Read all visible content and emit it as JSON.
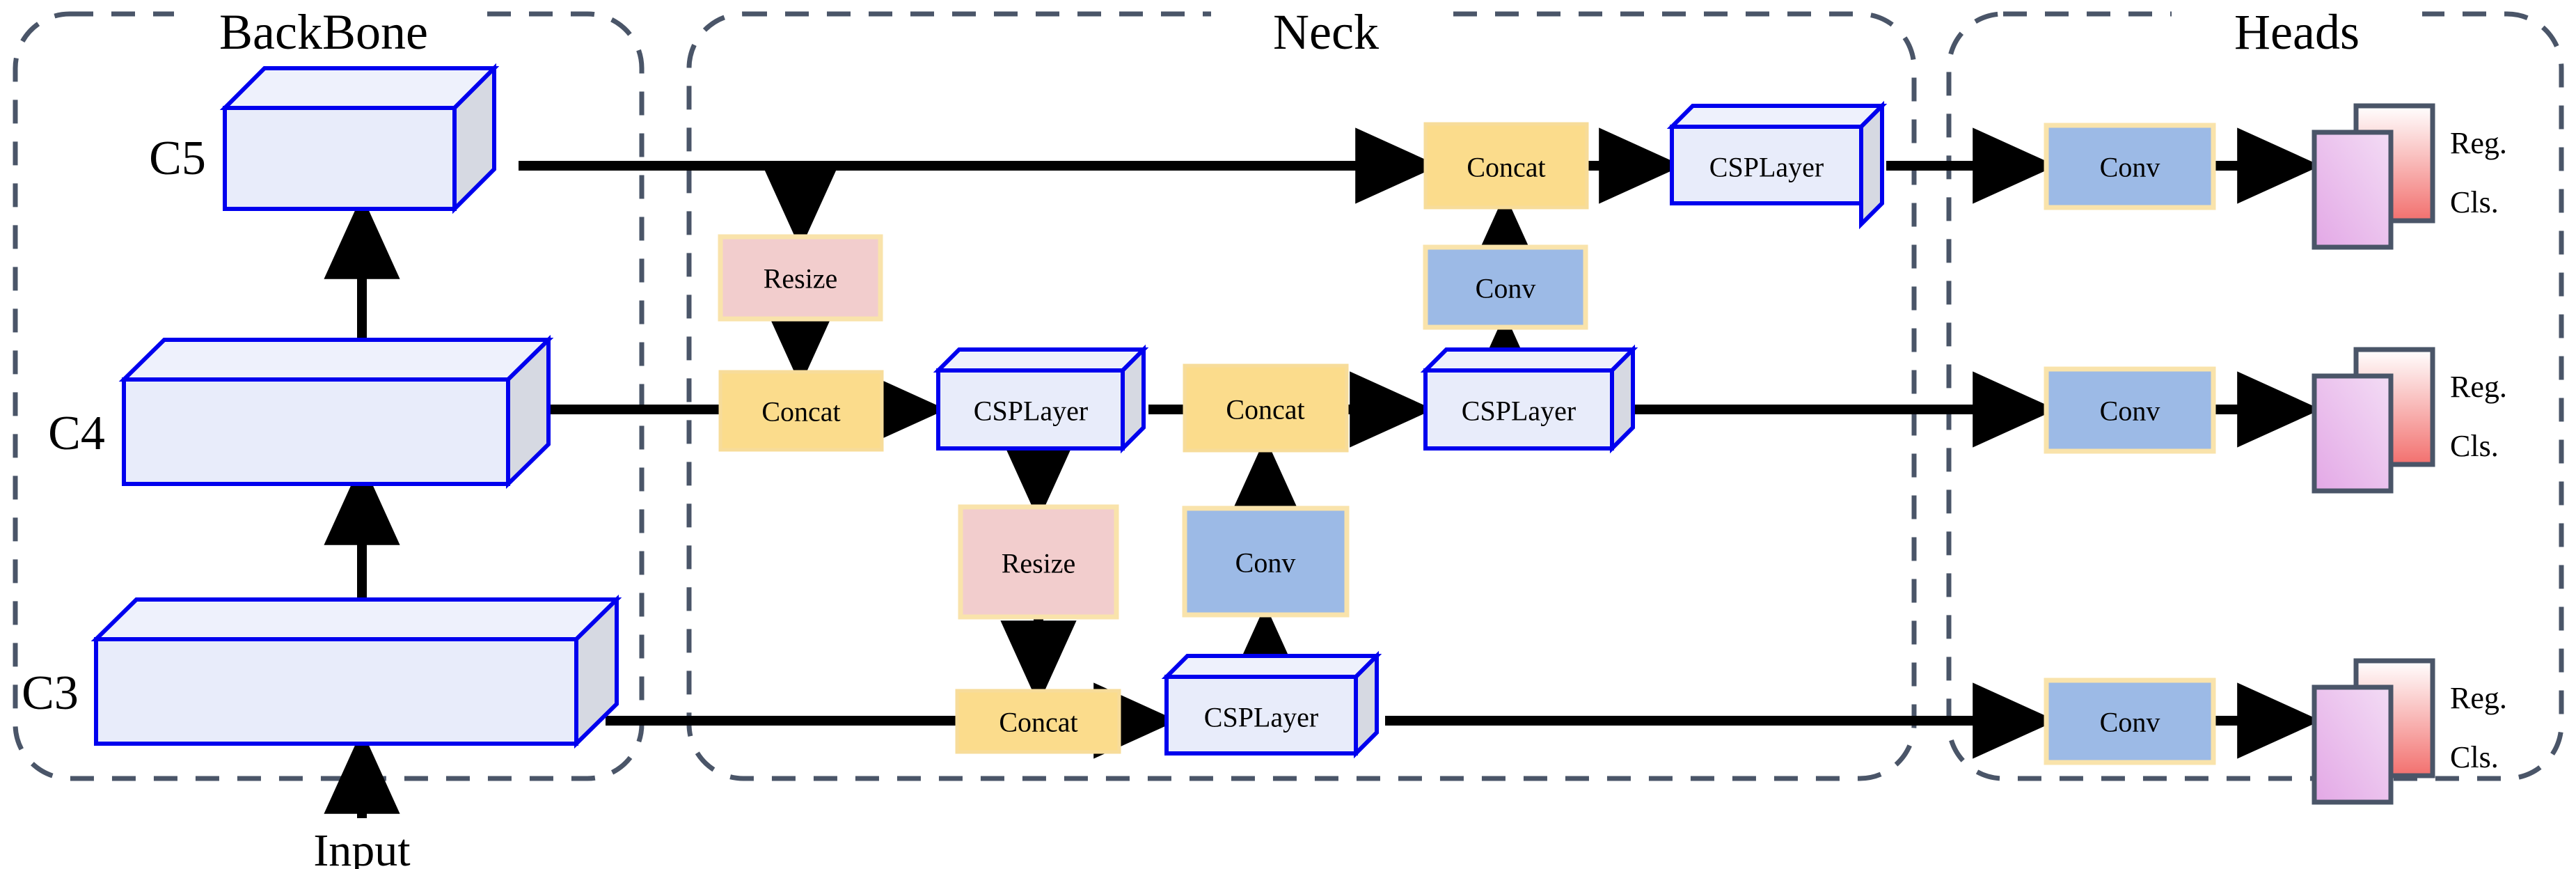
{
  "meta": {
    "diagram_title": "Object detection network architecture (BackBone / Neck / Heads)",
    "background": "#ffffff"
  },
  "colors": {
    "group_border": "#4a5568",
    "feature_box_fill": "#e8ecfa",
    "feature_box_top": "#eef1fc",
    "feature_box_side": "#d6d9e2",
    "feature_box_stroke": "#0000ee",
    "concat_fill": "#fbdc8c",
    "concat_stroke": "#f7dc9a",
    "resize_fill": "#f2cdcd",
    "resize_stroke": "#f9e3ab",
    "conv_fill": "#9cbae6",
    "conv_stroke": "#f9e3ab",
    "head_card_front_start": "#e9b7e8",
    "head_card_front_end": "#f0d3f2",
    "head_card_back_start": "#f2706e",
    "head_card_back_end": "#ffffff",
    "head_card_stroke": "#4a5568",
    "arrow": "#000000"
  },
  "groups": [
    {
      "id": "backbone",
      "label": "BackBone"
    },
    {
      "id": "neck",
      "label": "Neck"
    },
    {
      "id": "heads",
      "label": "Heads"
    }
  ],
  "backbone": {
    "input_label": "Input",
    "stages": [
      {
        "id": "c5",
        "label": "C5"
      },
      {
        "id": "c4",
        "label": "C4"
      },
      {
        "id": "c3",
        "label": "C3"
      }
    ]
  },
  "neck": {
    "blocks": [
      {
        "id": "resize-top",
        "type": "resize",
        "label": "Resize"
      },
      {
        "id": "concat-r1",
        "type": "concat",
        "label": "Concat"
      },
      {
        "id": "csplayer-r1",
        "type": "csplayer",
        "label": "CSPLayer"
      },
      {
        "id": "resize-mid",
        "type": "resize",
        "label": "Resize"
      },
      {
        "id": "concat-r2",
        "type": "concat",
        "label": "Concat"
      },
      {
        "id": "csplayer-r2",
        "type": "csplayer",
        "label": "CSPLayer"
      },
      {
        "id": "conv-up-bottom",
        "type": "conv",
        "label": "Conv"
      },
      {
        "id": "concat-r3",
        "type": "concat",
        "label": "Concat"
      },
      {
        "id": "csplayer-r3",
        "type": "csplayer",
        "label": "CSPLayer"
      },
      {
        "id": "conv-up-mid",
        "type": "conv",
        "label": "Conv"
      },
      {
        "id": "concat-top",
        "type": "concat",
        "label": "Concat"
      },
      {
        "id": "csplayer-top",
        "type": "csplayer",
        "label": "CSPLayer"
      }
    ]
  },
  "heads": {
    "branches": [
      {
        "id": "head-p5",
        "conv_label": "Conv",
        "out_reg": "Reg.",
        "out_cls": "Cls."
      },
      {
        "id": "head-p4",
        "conv_label": "Conv",
        "out_reg": "Reg.",
        "out_cls": "Cls."
      },
      {
        "id": "head-p3",
        "conv_label": "Conv",
        "out_reg": "Reg.",
        "out_cls": "Cls."
      }
    ]
  }
}
